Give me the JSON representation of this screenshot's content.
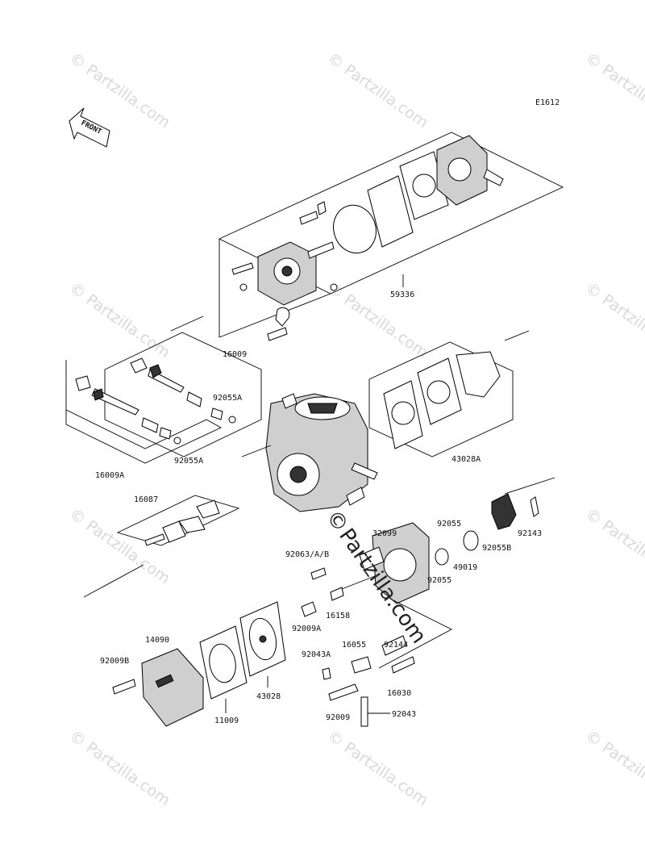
{
  "figure_code": "E1612",
  "front_arrow_label": "FRONT",
  "watermark": {
    "text": "© Partzilla.com",
    "center_copyright": "©",
    "center_text": "Partzilla.com"
  },
  "parts": [
    {
      "id": "59336",
      "label": "59336"
    },
    {
      "id": "16009",
      "label": "16009"
    },
    {
      "id": "92055A-top",
      "label": "92055A"
    },
    {
      "id": "92055A-bottom",
      "label": "92055A"
    },
    {
      "id": "16009A",
      "label": "16009A"
    },
    {
      "id": "43028A",
      "label": "43028A"
    },
    {
      "id": "16087",
      "label": "16087"
    },
    {
      "id": "32099",
      "label": "32099"
    },
    {
      "id": "92055",
      "label": "92055"
    },
    {
      "id": "92143",
      "label": "92143"
    },
    {
      "id": "92063",
      "label": "92063/A/B"
    },
    {
      "id": "49019",
      "label": "49019"
    },
    {
      "id": "92055B",
      "label": "92055B"
    },
    {
      "id": "92055-b",
      "label": "92055"
    },
    {
      "id": "16158",
      "label": "16158"
    },
    {
      "id": "92009A",
      "label": "92009A"
    },
    {
      "id": "92144",
      "label": "92144"
    },
    {
      "id": "14090",
      "label": "14090"
    },
    {
      "id": "16055",
      "label": "16055"
    },
    {
      "id": "92009B",
      "label": "92009B"
    },
    {
      "id": "92043A",
      "label": "92043A"
    },
    {
      "id": "16030",
      "label": "16030"
    },
    {
      "id": "43028",
      "label": "43028"
    },
    {
      "id": "92009",
      "label": "92009"
    },
    {
      "id": "92043",
      "label": "92043"
    },
    {
      "id": "11009",
      "label": "11009"
    }
  ]
}
